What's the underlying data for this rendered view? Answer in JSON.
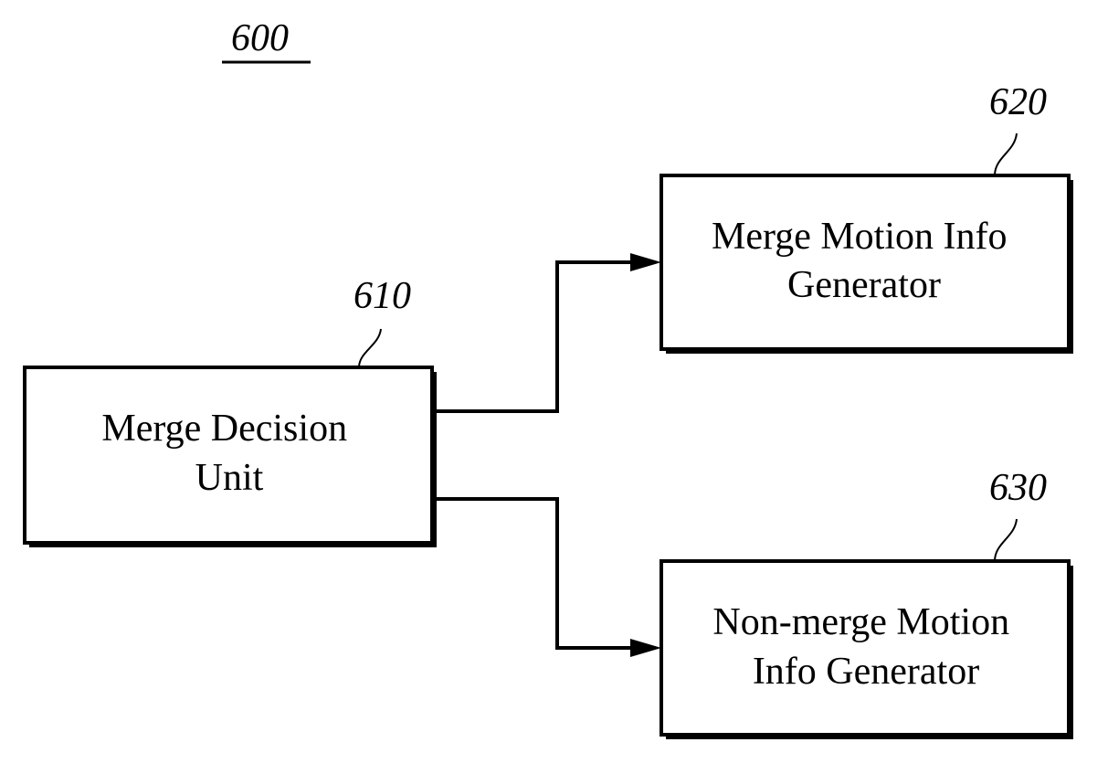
{
  "figure": {
    "ref": "600"
  },
  "blocks": [
    {
      "id": "merge-decision-unit",
      "ref": "610",
      "lines": [
        "Merge Decision",
        "Unit"
      ]
    },
    {
      "id": "merge-motion-info-generator",
      "ref": "620",
      "lines": [
        "Merge Motion Info",
        "Generator"
      ]
    },
    {
      "id": "non-merge-motion-info-generator",
      "ref": "630",
      "lines": [
        "Non-merge Motion",
        "Info Generator"
      ]
    }
  ],
  "colors": {
    "line": "#000000",
    "background": "#ffffff"
  }
}
